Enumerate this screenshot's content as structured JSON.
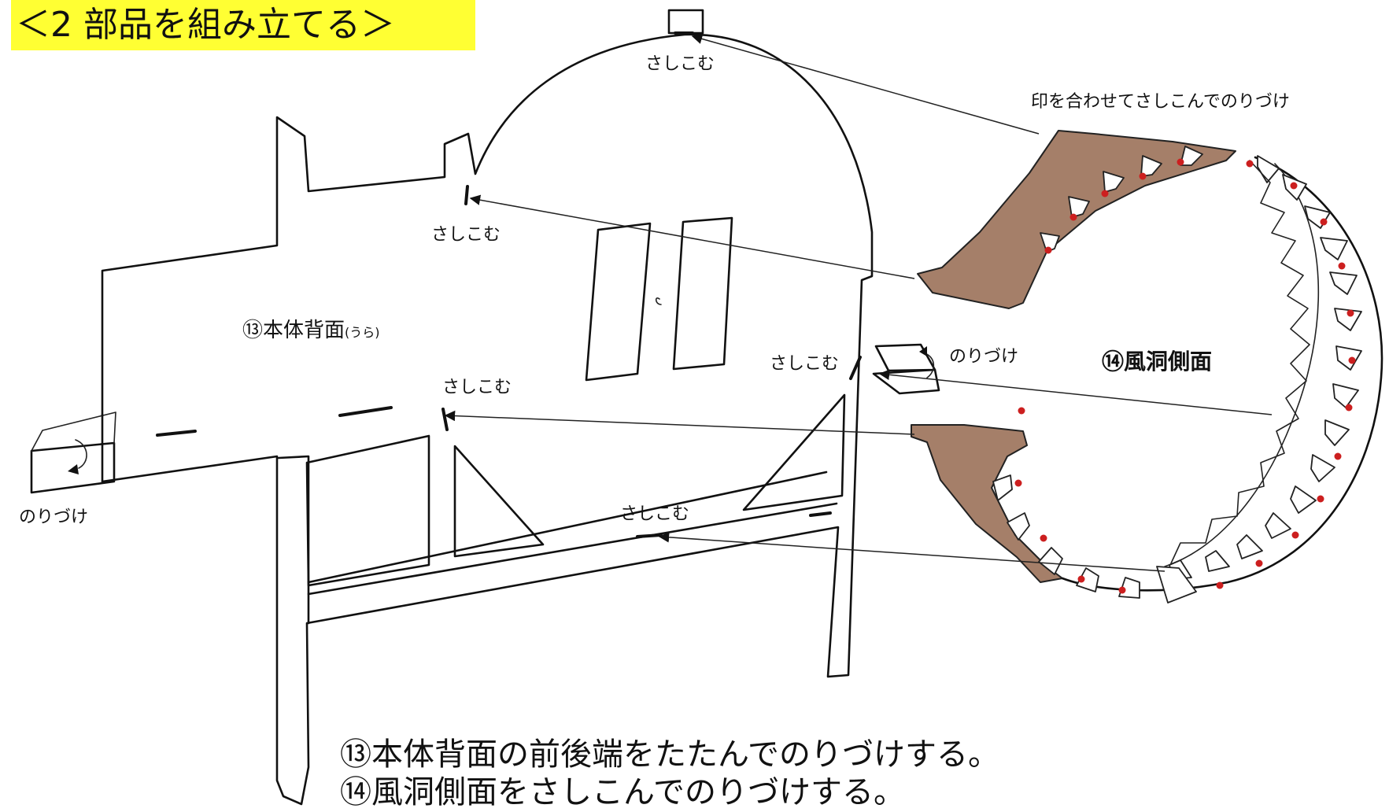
{
  "title": "＜2 部品を組み立てる＞",
  "title_bg_color": "#ffff33",
  "accent_colors": {
    "tab_brown": "#a57f69",
    "dot_red": "#cc1f1f"
  },
  "labels": {
    "insert_top": "さしこむ",
    "insert_left_upper": "さしこむ",
    "insert_left_lower": "さしこむ",
    "insert_right": "さしこむ",
    "insert_bottom": "さしこむ",
    "glue_left": "のりづけ",
    "glue_right": "のりづけ",
    "align_marks": "印を合わせてさしこんでのりづけ"
  },
  "parts": {
    "body_back": "⑬本体背面",
    "body_back_note": "(うら)",
    "wind_tunnel_side": "⑭風洞側面"
  },
  "instructions": [
    "⑬本体背面の前後端をたたんでのりづけする。",
    "⑭風洞側面をさしこんでのりづけする。"
  ]
}
